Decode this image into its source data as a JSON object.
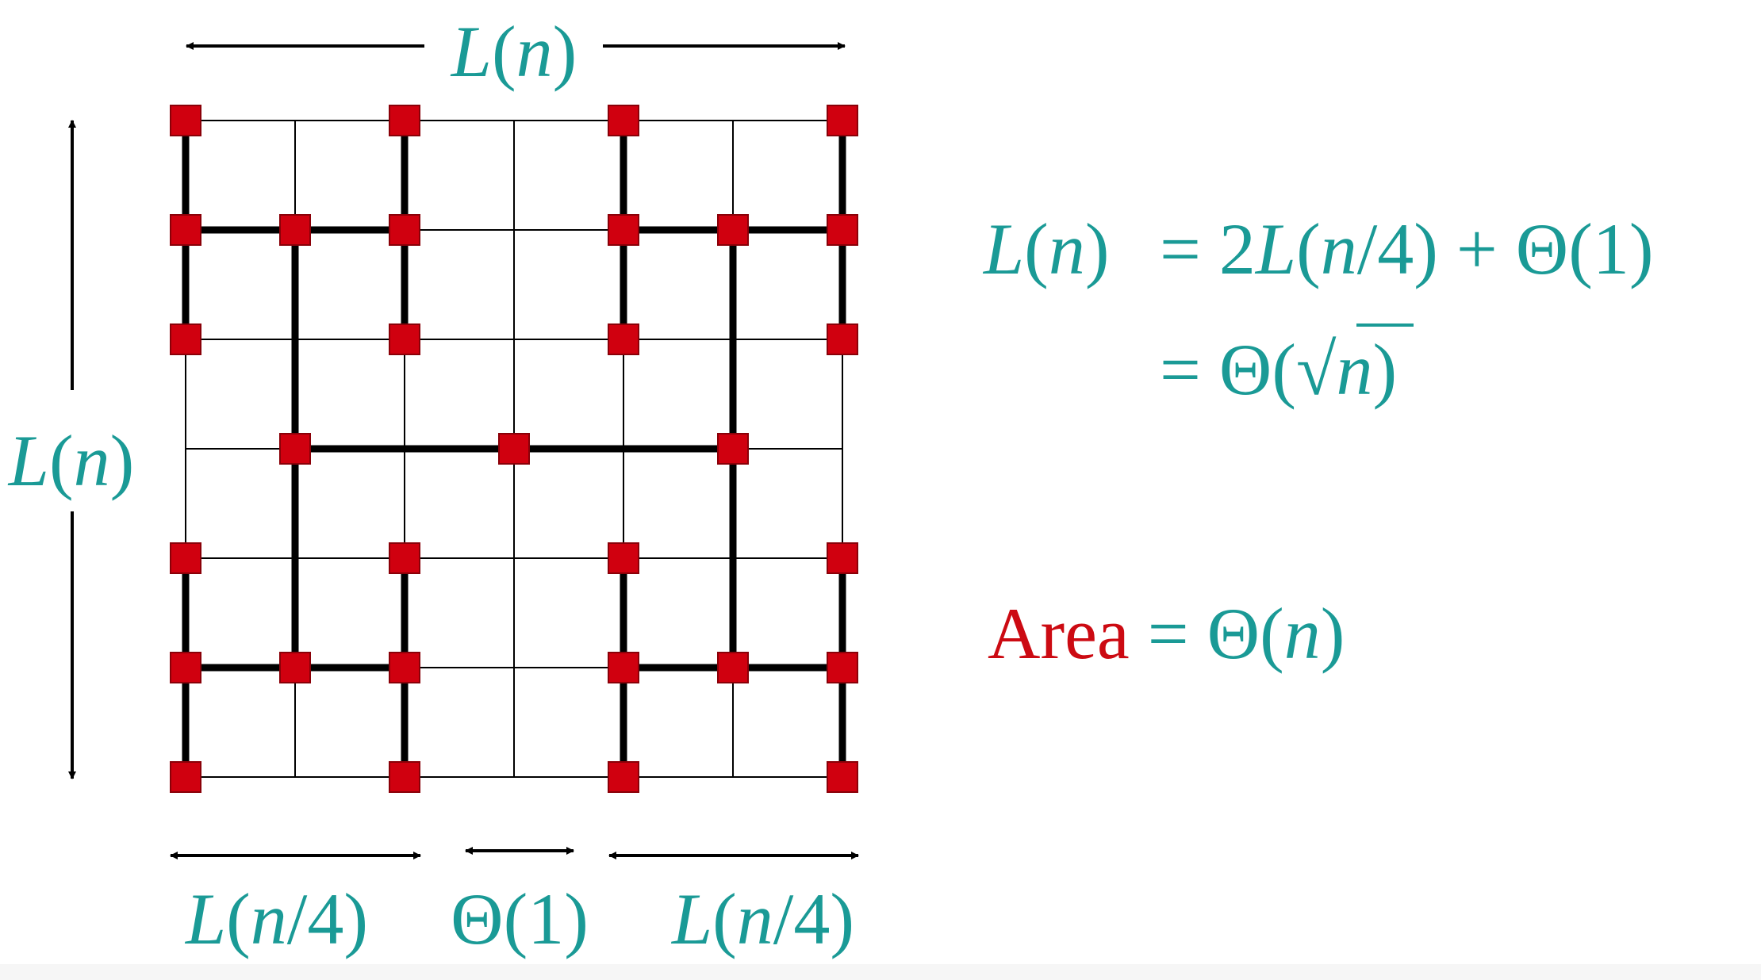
{
  "colors": {
    "teal": "#1a9a96",
    "red": "#cc0a12",
    "node_fill": "#d0000f",
    "node_stroke": "#8a0008",
    "wire": "#000000"
  },
  "labels": {
    "top_dimension": {
      "L": "L",
      "open": "(",
      "n": "n",
      "close": ")"
    },
    "left_dimension": {
      "L": "L",
      "open": "(",
      "n": "n",
      "close": ")"
    },
    "bottom_left": {
      "L": "L",
      "open": "(",
      "n": "n",
      "rest": "/4)"
    },
    "bottom_middle": {
      "text": "Θ(1)"
    },
    "bottom_right": {
      "L": "L",
      "open": "(",
      "n": "n",
      "rest": "/4)"
    }
  },
  "recurrence": {
    "lhs": {
      "L": "L",
      "open": "(",
      "n": "n",
      "close": ")"
    },
    "rhs1": {
      "eq": "= 2",
      "L": "L",
      "open": "(",
      "n": "n",
      "rest": "/4) + Θ(1)"
    },
    "rhs2": {
      "eq": "= Θ(",
      "radical": "√",
      "n": "n",
      "close": ")"
    }
  },
  "area": {
    "word": "Area",
    "eq": " = Θ(",
    "n": "n",
    "close": ")"
  },
  "tree": {
    "grid_columns": 7,
    "grid_rows": 7,
    "nodes": [
      [
        0,
        0
      ],
      [
        2,
        0
      ],
      [
        4,
        0
      ],
      [
        6,
        0
      ],
      [
        0,
        1
      ],
      [
        1,
        1
      ],
      [
        2,
        1
      ],
      [
        4,
        1
      ],
      [
        5,
        1
      ],
      [
        6,
        1
      ],
      [
        0,
        2
      ],
      [
        2,
        2
      ],
      [
        4,
        2
      ],
      [
        6,
        2
      ],
      [
        1,
        3
      ],
      [
        3,
        3
      ],
      [
        5,
        3
      ],
      [
        0,
        4
      ],
      [
        2,
        4
      ],
      [
        4,
        4
      ],
      [
        6,
        4
      ],
      [
        0,
        5
      ],
      [
        1,
        5
      ],
      [
        2,
        5
      ],
      [
        4,
        5
      ],
      [
        5,
        5
      ],
      [
        6,
        5
      ],
      [
        0,
        6
      ],
      [
        2,
        6
      ],
      [
        4,
        6
      ],
      [
        6,
        6
      ]
    ],
    "edges": [
      [
        [
          0,
          0
        ],
        [
          0,
          2
        ]
      ],
      [
        [
          2,
          0
        ],
        [
          2,
          2
        ]
      ],
      [
        [
          4,
          0
        ],
        [
          4,
          2
        ]
      ],
      [
        [
          6,
          0
        ],
        [
          6,
          2
        ]
      ],
      [
        [
          0,
          1
        ],
        [
          2,
          1
        ]
      ],
      [
        [
          4,
          1
        ],
        [
          6,
          1
        ]
      ],
      [
        [
          1,
          1
        ],
        [
          1,
          5
        ]
      ],
      [
        [
          5,
          1
        ],
        [
          5,
          5
        ]
      ],
      [
        [
          1,
          3
        ],
        [
          5,
          3
        ]
      ],
      [
        [
          0,
          4
        ],
        [
          0,
          6
        ]
      ],
      [
        [
          2,
          4
        ],
        [
          2,
          6
        ]
      ],
      [
        [
          4,
          4
        ],
        [
          4,
          6
        ]
      ],
      [
        [
          6,
          4
        ],
        [
          6,
          6
        ]
      ],
      [
        [
          0,
          5
        ],
        [
          2,
          5
        ]
      ],
      [
        [
          4,
          5
        ],
        [
          6,
          5
        ]
      ]
    ]
  }
}
